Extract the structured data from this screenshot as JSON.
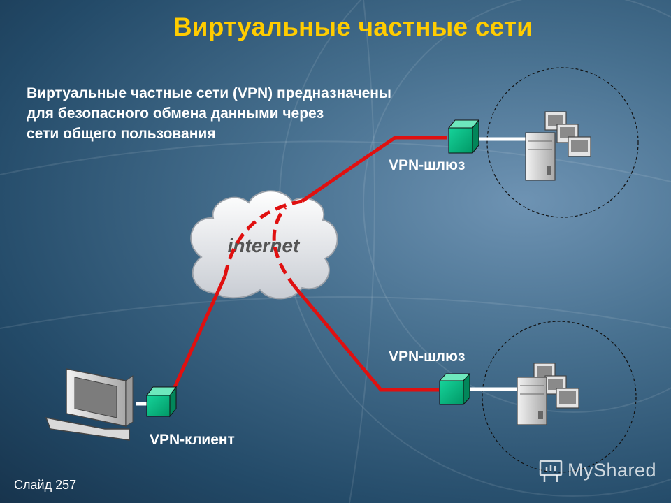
{
  "slide": {
    "title": "Виртуальные частные сети",
    "description": [
      "Виртуальные частные сети (VPN) предназначены",
      "для безопасного обмена данными через",
      "сети общего пользования"
    ],
    "slide_number": "Слайд 257",
    "watermark": "MyShared"
  },
  "diagram": {
    "cloud_label": "internet",
    "gateway_top_label": "VPN-шлюз",
    "gateway_bottom_label": "VPN-шлюз",
    "client_label": "VPN-клиент",
    "colors": {
      "title": "#ffcc00",
      "link": "#e01010",
      "device": "#00b080",
      "background": "#2d5575"
    }
  }
}
